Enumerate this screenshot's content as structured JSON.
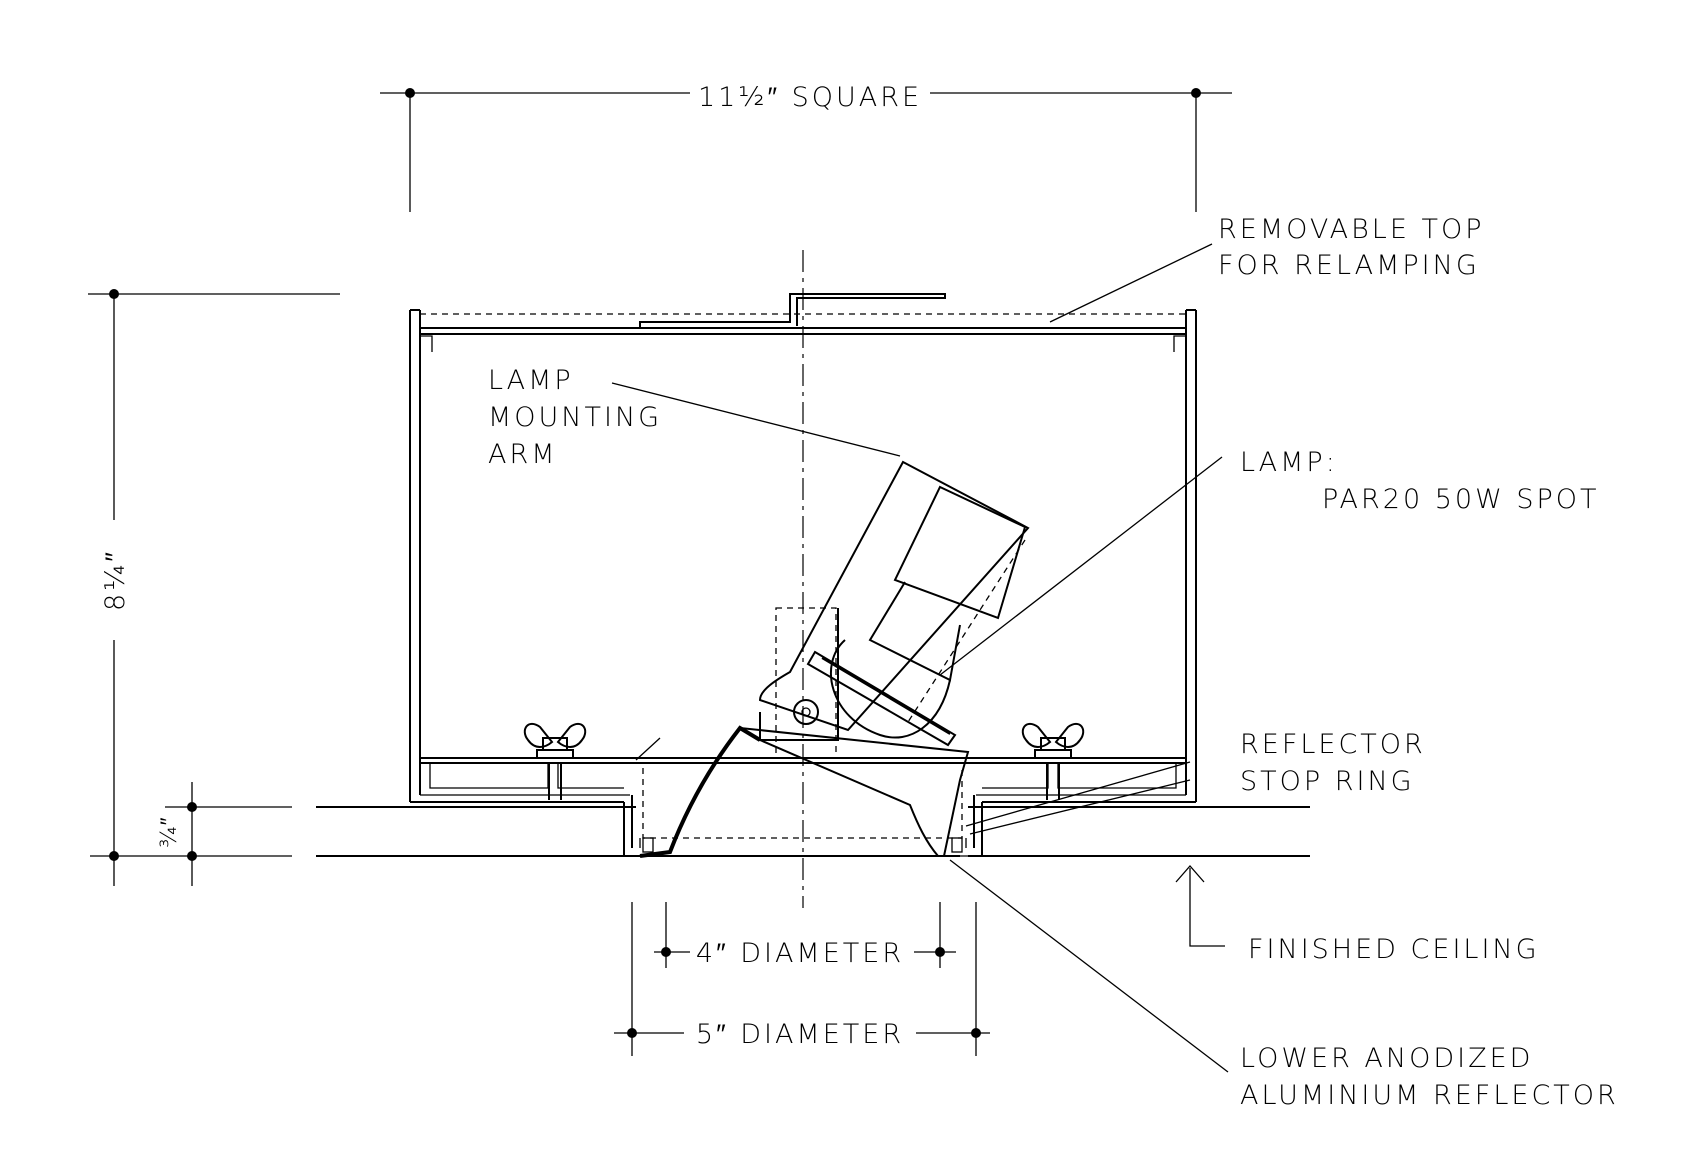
{
  "dimensions": {
    "width_square": "11½″ SQUARE",
    "height": "8¼″",
    "trim_depth": "¾″",
    "inner_diameter": "4″ DIAMETER",
    "outer_diameter": "5″ DIAMETER"
  },
  "callouts": {
    "removable_top_line1": "REMOVABLE TOP",
    "removable_top_line2": "FOR RELAMPING",
    "mounting_arm_line1": "LAMP",
    "mounting_arm_line2": "MOUNTING",
    "mounting_arm_line3": "ARM",
    "lamp_line1": "LAMP:",
    "lamp_line2": "PAR20 50W SPOT",
    "stop_ring_line1": "REFLECTOR",
    "stop_ring_line2": "STOP RING",
    "ceiling": "FINISHED CEILING",
    "reflector_line1": "LOWER ANODIZED",
    "reflector_line2": "ALUMINIUM REFLECTOR"
  }
}
